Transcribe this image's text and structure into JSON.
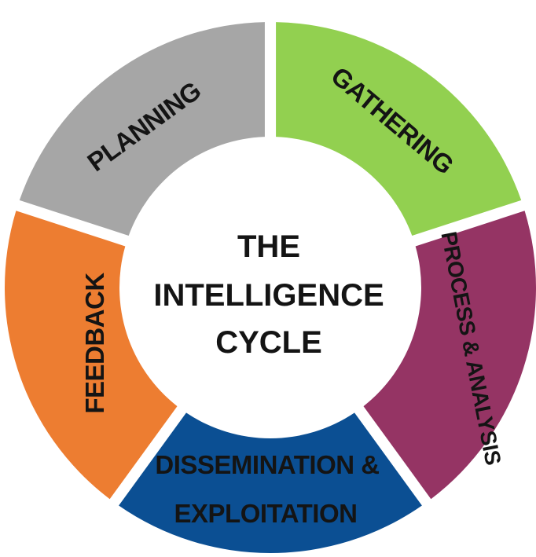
{
  "center": {
    "lines": [
      "THE",
      "INTELLIGENCE",
      "CYCLE"
    ]
  },
  "segments": [
    {
      "id": "planning",
      "label": "PLANNING",
      "color": "#a6a6a6"
    },
    {
      "id": "gathering",
      "label": "GATHERING",
      "color": "#92d050"
    },
    {
      "id": "process",
      "label": "PROCESS & ANALYSIS",
      "color": "#953464"
    },
    {
      "id": "dissemination",
      "lines": [
        "DISSEMINATION &",
        "EXPLOITATION"
      ],
      "color": "#0b4f93"
    },
    {
      "id": "feedback",
      "label": "FEEDBACK",
      "color": "#ed7d31"
    }
  ]
}
